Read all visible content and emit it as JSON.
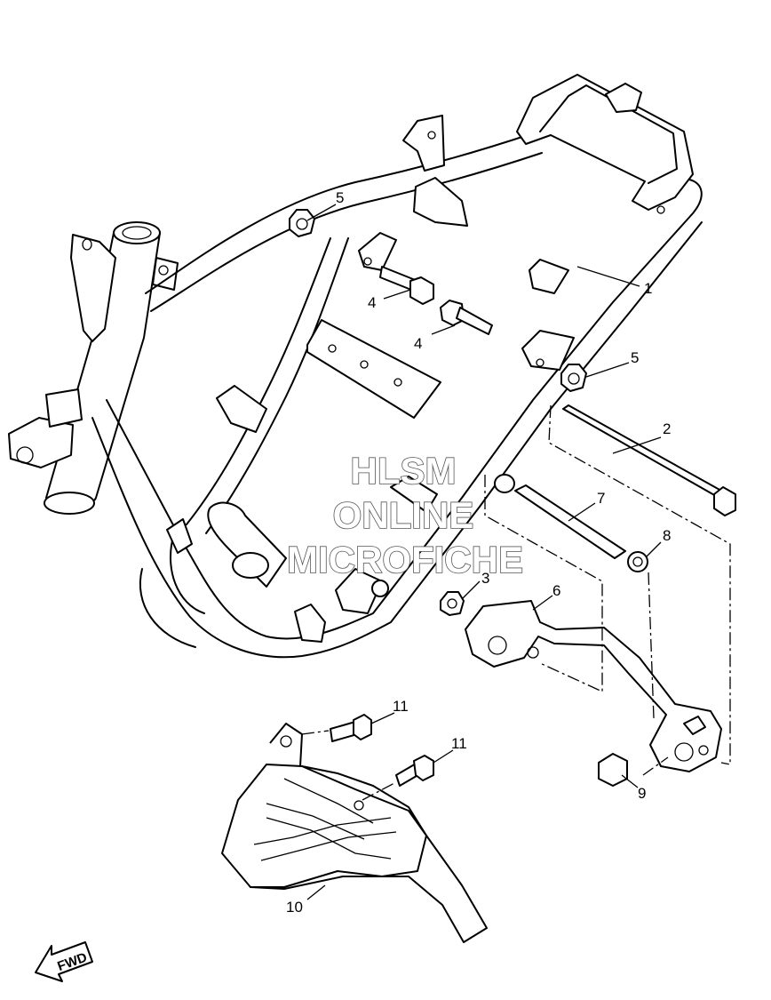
{
  "watermark": {
    "line1": "HLSM",
    "line2": "ONLINE",
    "line3": "MICROFICHE"
  },
  "direction_indicator": "FWD",
  "callouts": [
    {
      "id": "c1",
      "label": "1"
    },
    {
      "id": "c2",
      "label": "2"
    },
    {
      "id": "c3",
      "label": "3"
    },
    {
      "id": "c4a",
      "label": "4"
    },
    {
      "id": "c4b",
      "label": "4"
    },
    {
      "id": "c5a",
      "label": "5"
    },
    {
      "id": "c5b",
      "label": "5"
    },
    {
      "id": "c6",
      "label": "6"
    },
    {
      "id": "c7",
      "label": "7"
    },
    {
      "id": "c8",
      "label": "8"
    },
    {
      "id": "c9",
      "label": "9"
    },
    {
      "id": "c10",
      "label": "10"
    },
    {
      "id": "c11a",
      "label": "11"
    },
    {
      "id": "c11b",
      "label": "11"
    }
  ]
}
